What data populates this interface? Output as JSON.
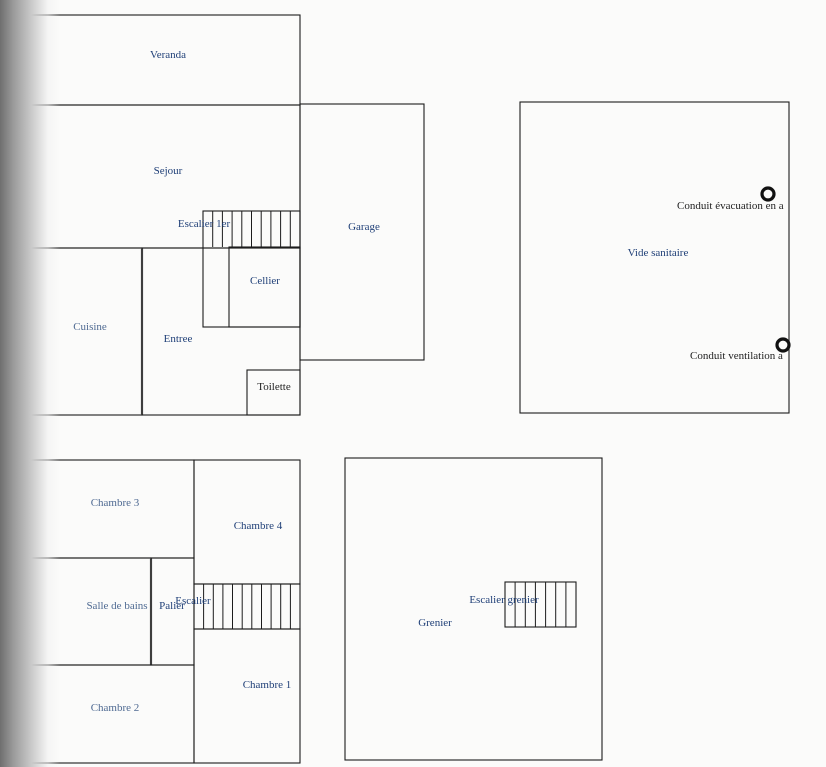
{
  "rooms": {
    "veranda": "Veranda",
    "sejour": "Sejour",
    "garage": "Garage",
    "escalier_1er": "Escalier 1er",
    "cellier": "Cellier",
    "cuisine": "Cuisine",
    "entree": "Entree",
    "toilette": "Toilette",
    "vide_sanitaire": "Vide sanitaire",
    "conduit_evacuation": "Conduit évacuation en a",
    "conduit_ventilation": "Conduit ventilation a",
    "chambre_3": "Chambre 3",
    "chambre_4": "Chambre 4",
    "salle_de_bains": "Salle de bains",
    "palier": "Palier",
    "escalier": "Escalier",
    "chambre_1": "Chambre 1",
    "chambre_2": "Chambre 2",
    "grenier": "Grenier",
    "escalier_grenier": "Escalier grenier"
  },
  "colors": {
    "label": "#1f3f77",
    "walls": "#1c1c1c",
    "background": "#fbfbfa"
  },
  "icons": {
    "duct_marker": "ring-icon"
  }
}
